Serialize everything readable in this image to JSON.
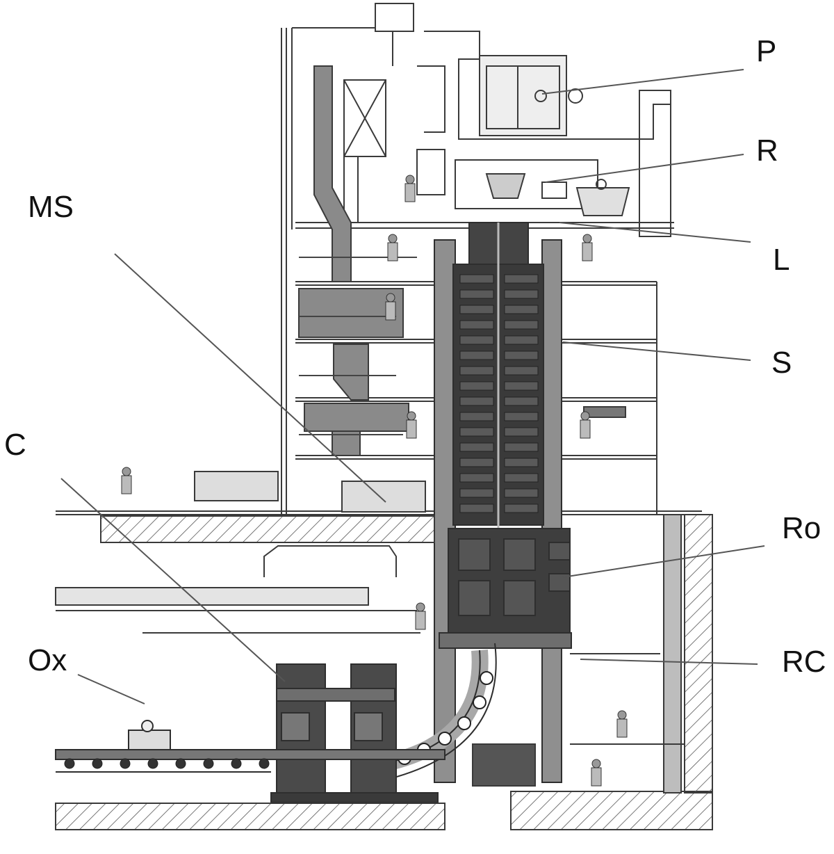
{
  "labels": {
    "P": "P",
    "R": "R",
    "L": "L",
    "MS": "MS",
    "S": "S",
    "C": "C",
    "Ro": "Ro",
    "Ox": "Ox",
    "RC": "RC"
  },
  "colors": {
    "ink": "#3a3a3a",
    "dark": "#2e2e2e",
    "mid": "#6e6e6e",
    "light": "#a8a8a8",
    "pale": "#d6d6d6"
  }
}
